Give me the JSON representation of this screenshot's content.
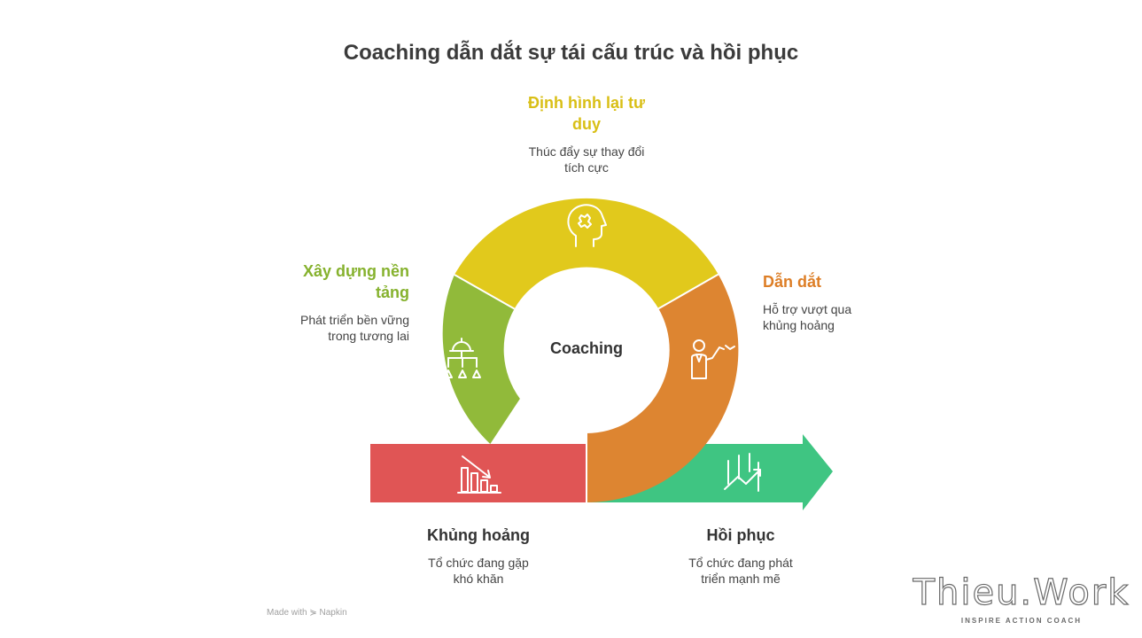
{
  "title": "Coaching dẫn dắt sự tái cấu trúc và hồi phục",
  "center": "Coaching",
  "stages": {
    "reshape": {
      "title": "Định hình lại tư duy",
      "desc": "Thúc đẩy sự thay đổi tích cực",
      "color": "#e1c91c",
      "icon": "head-puzzle-icon"
    },
    "foundation": {
      "title": "Xây dựng nền tảng",
      "desc": "Phát triển bền vững trong tương lai",
      "color": "#91ba3a",
      "icon": "hardhat-network-icon"
    },
    "lead": {
      "title": "Dẫn dắt",
      "desc": "Hỗ trợ vượt qua khủng hoảng",
      "color": "#dd8531",
      "icon": "presenter-icon"
    },
    "crisis": {
      "title": "Khủng hoảng",
      "desc": "Tổ chức đang gặp khó khăn",
      "color": "#e05555",
      "icon": "chart-down-icon"
    },
    "recovery": {
      "title": "Hồi phục",
      "desc": "Tổ chức đang phát triển mạnh mẽ",
      "color": "#3fc582",
      "icon": "chart-up-icon"
    }
  },
  "footer": "Made with ⋟ Napkin",
  "brand": {
    "name": "Thieu.Work",
    "tagline": "INSPIRE ACTION COACH"
  }
}
